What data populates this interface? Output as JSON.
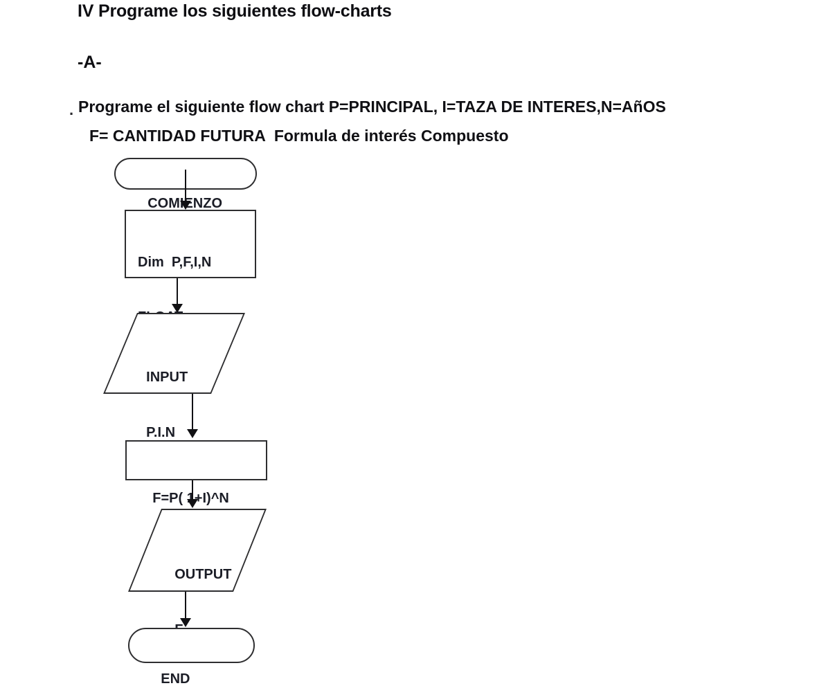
{
  "page": {
    "title": "IV Programe los siguientes flow-charts",
    "section_label": "-A-",
    "bullet_dot": ".",
    "instruction_line1": "Programe el siguiente flow chart P=PRINCIPAL, I=TAZA DE INTERES,N=AñOS",
    "instruction_line2": "F= CANTIDAD FUTURA  Formula de interés Compuesto"
  },
  "flowchart": {
    "start": {
      "label": "COMIENZO"
    },
    "declare": {
      "line1": "Dim  P,F,I,N",
      "line2": "FLOAT"
    },
    "input": {
      "line1": "INPUT",
      "line2": "P.I.N"
    },
    "process": {
      "label": "F=P( 1+I)^N"
    },
    "output": {
      "line1": "OUTPUT",
      "line2": "F"
    },
    "end": {
      "label": "END"
    }
  },
  "colors": {
    "background": "#ffffff",
    "ink": "#101014",
    "shape_border": "#2e2e30",
    "arrow": "#111114"
  }
}
